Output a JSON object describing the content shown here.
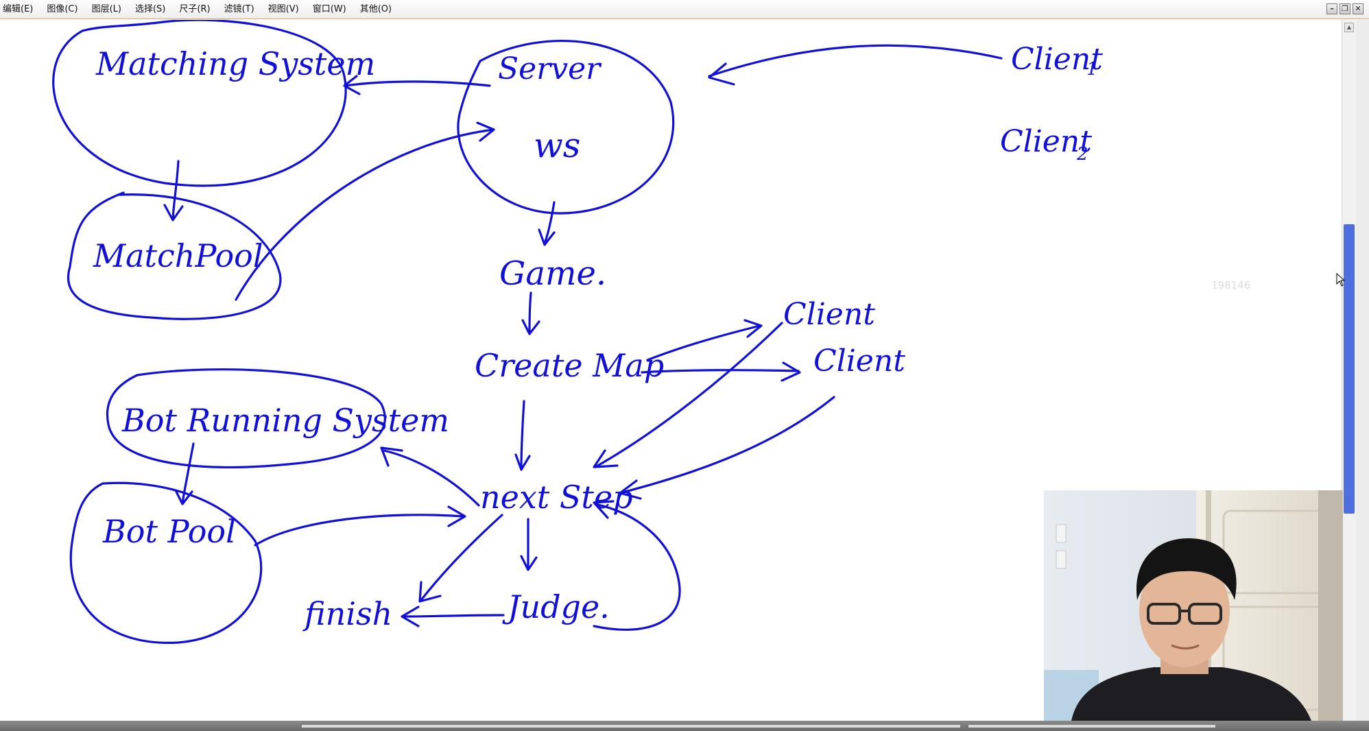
{
  "menu": {
    "items": [
      {
        "label": "编辑(E)"
      },
      {
        "label": "图像(C)"
      },
      {
        "label": "图层(L)"
      },
      {
        "label": "选择(S)"
      },
      {
        "label": "尺子(R)"
      },
      {
        "label": "滤镜(T)"
      },
      {
        "label": "视图(V)"
      },
      {
        "label": "窗口(W)"
      },
      {
        "label": "其他(O)"
      }
    ]
  },
  "window_controls": {
    "minimize": "–",
    "restore": "❐",
    "close": "✕"
  },
  "diagram": {
    "ink_color": "#1010d8",
    "labels": {
      "matching_system": "Matching System",
      "match_pool": "MatchPool",
      "server": "Server",
      "ws": "ws",
      "client1": "Client",
      "client1_sub": "1",
      "client2": "Client",
      "client2_sub": "2",
      "game": "Game.",
      "create_map": "Create Map",
      "client_a": "Client",
      "client_b": "Client",
      "bot_running_system": "Bot Running System",
      "bot_pool": "Bot Pool",
      "next_step": "next Step",
      "judge": "Judge.",
      "finish": "finish"
    }
  },
  "overlay_number": "198146",
  "scrollbar": {
    "thumb_color": "#4f6fe0"
  }
}
